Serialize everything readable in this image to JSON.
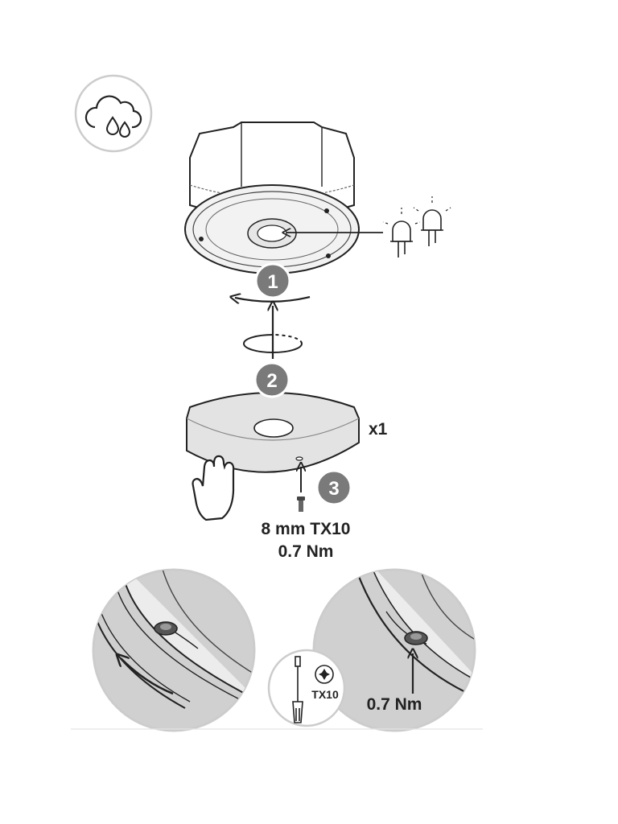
{
  "steps": [
    "1",
    "2",
    "3"
  ],
  "quantity": "x1",
  "screw_spec": "8 mm TX10",
  "torque": "0.7 Nm",
  "tool_label": "TX10",
  "detail_torque": "0.7 Nm",
  "icons": [
    "weather-rain-icon",
    "led-lights-icon",
    "hand-icon",
    "screwdriver-icon",
    "torx-icon"
  ],
  "colors": {
    "line": "#222222",
    "step_badge": "#7a7a7a",
    "circle_border": "#cccccc",
    "detail_fill": "#cfcfcf"
  }
}
